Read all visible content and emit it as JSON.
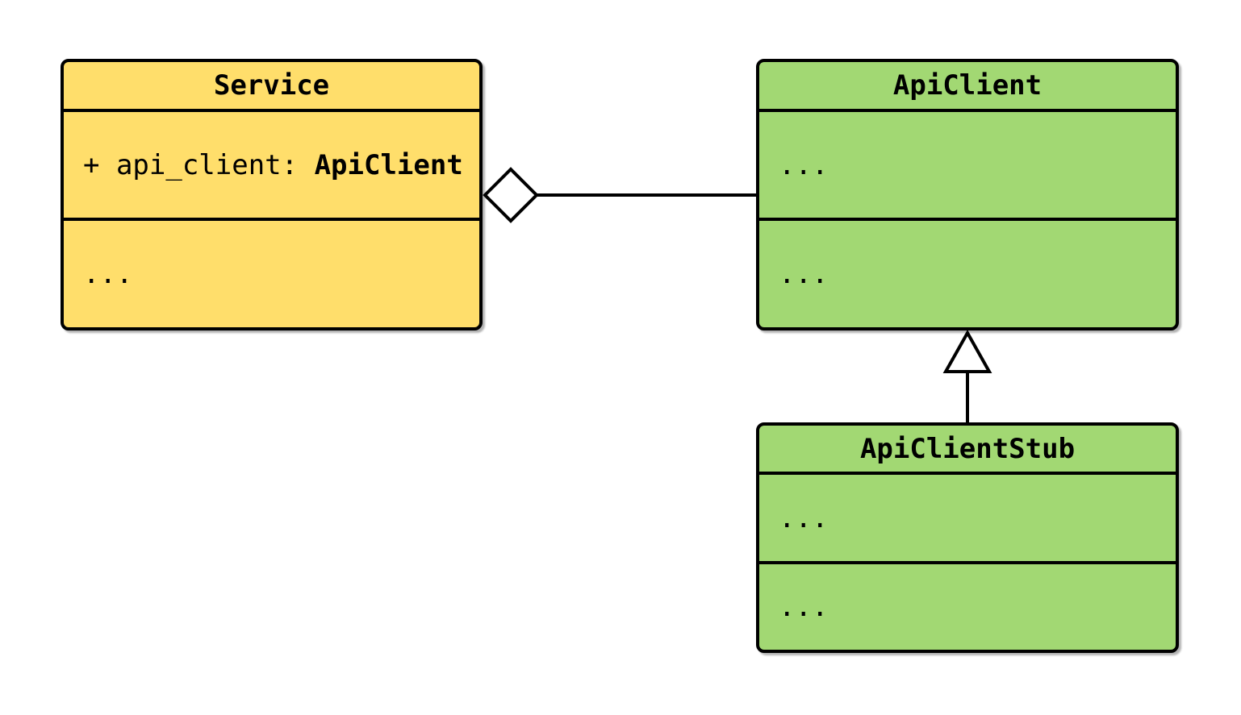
{
  "diagram": {
    "type": "uml-class-diagram",
    "background": "#FFFFFF",
    "stroke_color": "#000000",
    "marker_fill": "#FFFFFF",
    "classes": [
      {
        "name": "Service",
        "fill": "#FFDE6B",
        "attribute_prefix": "+ api_client: ",
        "attribute_type": "ApiClient",
        "methods_placeholder": "..."
      },
      {
        "name": "ApiClient",
        "fill": "#A2D873",
        "attributes_placeholder": "...",
        "methods_placeholder": "..."
      },
      {
        "name": "ApiClientStub",
        "fill": "#A2D873",
        "attributes_placeholder": "...",
        "methods_placeholder": "..."
      }
    ],
    "relationships": [
      {
        "relation": "aggregation",
        "source": "Service",
        "target": "ApiClient",
        "marker": "hollow-diamond-icon"
      },
      {
        "relation": "inheritance",
        "source": "ApiClientStub",
        "target": "ApiClient",
        "marker": "hollow-triangle-icon"
      }
    ]
  }
}
